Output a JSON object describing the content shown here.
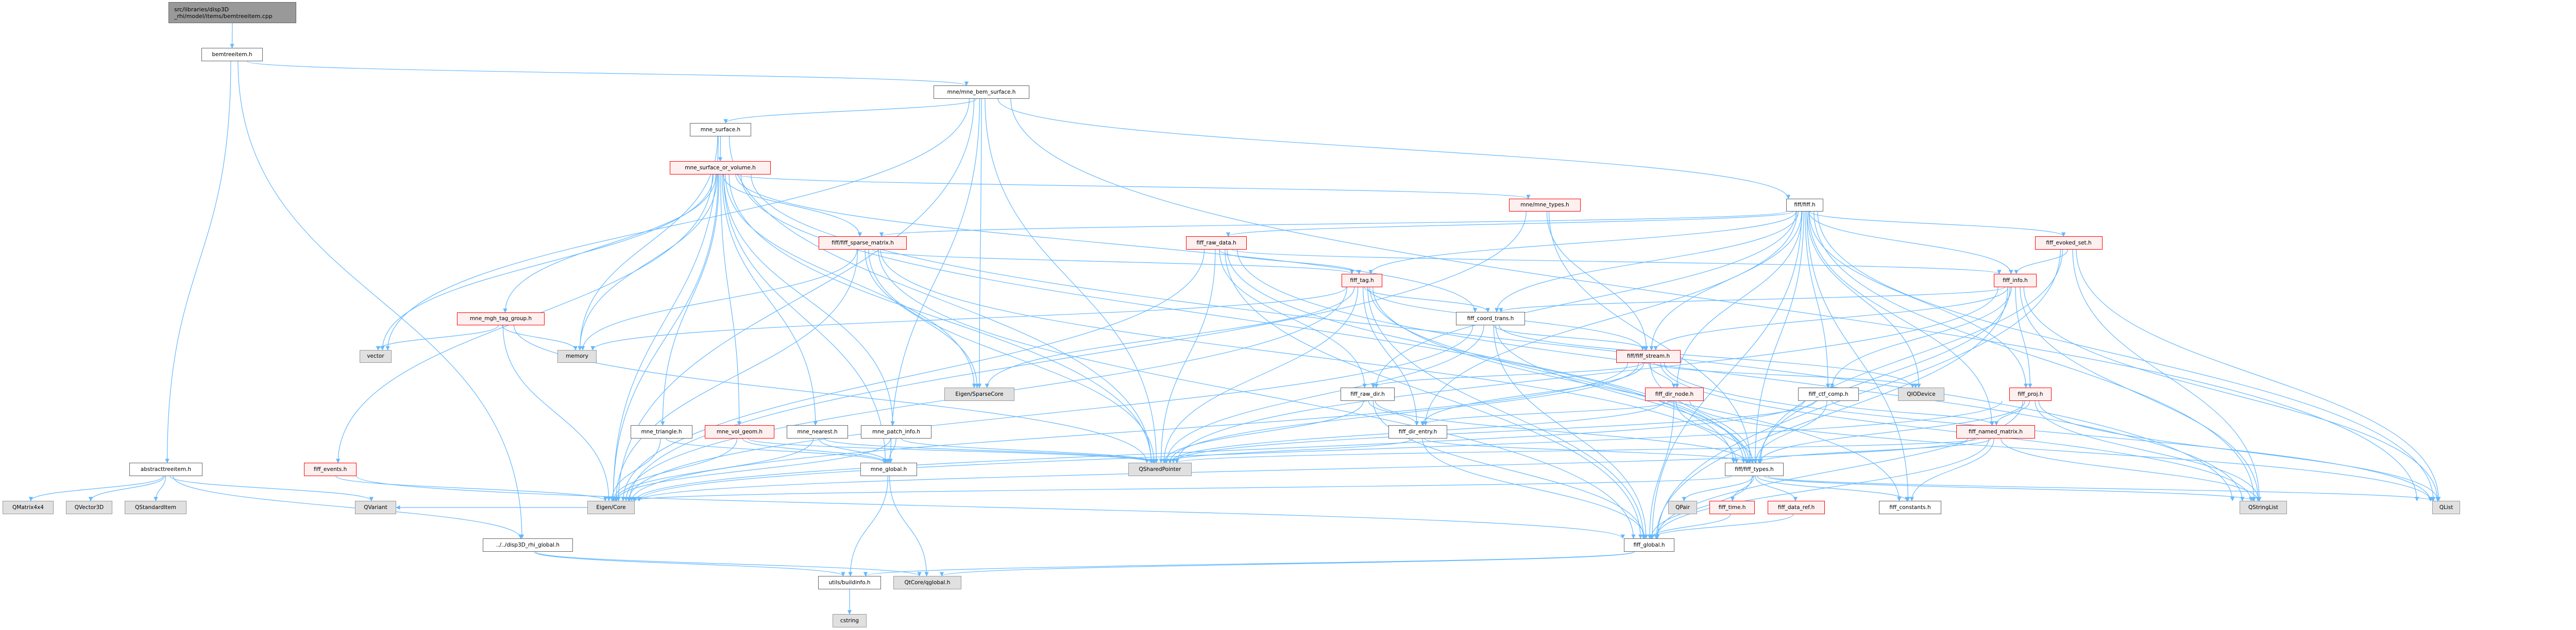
{
  "graph": {
    "title": "src/libraries/disp3D_rhi/model/items/bemtreeitem.cpp",
    "edge_color": "#63b8ff",
    "nodes": [
      {
        "id": "root",
        "label": "src/libraries/disp3D\n_rhi/model/items/bemtreeitem.cpp",
        "kind": "root"
      },
      {
        "id": "bemtreeitem",
        "label": "bemtreeitem.h",
        "kind": "normal"
      },
      {
        "id": "bem_surface",
        "label": "mne/mne_bem_surface.h",
        "kind": "normal"
      },
      {
        "id": "mne_surface",
        "label": "mne_surface.h",
        "kind": "normal"
      },
      {
        "id": "msov",
        "label": "mne_surface_or_volume.h",
        "kind": "red"
      },
      {
        "id": "mne_types",
        "label": "mne/mne_types.h",
        "kind": "red"
      },
      {
        "id": "fiff",
        "label": "fiff/fiff.h",
        "kind": "normal"
      },
      {
        "id": "sparse",
        "label": "fiff/fiff_sparse_matrix.h",
        "kind": "red"
      },
      {
        "id": "raw_data",
        "label": "fiff_raw_data.h",
        "kind": "red"
      },
      {
        "id": "evoked_set",
        "label": "fiff_evoked_set.h",
        "kind": "red"
      },
      {
        "id": "fiff_tag",
        "label": "fiff_tag.h",
        "kind": "red"
      },
      {
        "id": "fiff_info",
        "label": "fiff_info.h",
        "kind": "red"
      },
      {
        "id": "mgh_tag",
        "label": "mne_mgh_tag_group.h",
        "kind": "red"
      },
      {
        "id": "coord_trans",
        "label": "fiff_coord_trans.h",
        "kind": "normal"
      },
      {
        "id": "vector",
        "label": "vector",
        "kind": "gray"
      },
      {
        "id": "memory",
        "label": "memory",
        "kind": "gray"
      },
      {
        "id": "stream",
        "label": "fiff/fiff_stream.h",
        "kind": "red"
      },
      {
        "id": "sparsecore",
        "label": "Eigen/SparseCore",
        "kind": "gray"
      },
      {
        "id": "raw_dir",
        "label": "fiff_raw_dir.h",
        "kind": "normal"
      },
      {
        "id": "dir_node",
        "label": "fiff_dir_node.h",
        "kind": "red"
      },
      {
        "id": "ctf_comp",
        "label": "fiff_ctf_comp.h",
        "kind": "normal"
      },
      {
        "id": "qiodevice",
        "label": "QIODevice",
        "kind": "gray"
      },
      {
        "id": "proj",
        "label": "fiff_proj.h",
        "kind": "red"
      },
      {
        "id": "triangle",
        "label": "mne_triangle.h",
        "kind": "normal"
      },
      {
        "id": "vol_geom",
        "label": "mne_vol_geom.h",
        "kind": "red"
      },
      {
        "id": "nearest",
        "label": "mne_nearest.h",
        "kind": "normal"
      },
      {
        "id": "patch_info",
        "label": "mne_patch_info.h",
        "kind": "normal"
      },
      {
        "id": "dir_entry",
        "label": "fiff_dir_entry.h",
        "kind": "normal"
      },
      {
        "id": "named_matrix",
        "label": "fiff_named_matrix.h",
        "kind": "red"
      },
      {
        "id": "abstracttreeitem",
        "label": "abstracttreeitem.h",
        "kind": "normal"
      },
      {
        "id": "fiff_events",
        "label": "fiff_events.h",
        "kind": "red"
      },
      {
        "id": "mne_global",
        "label": "mne_global.h",
        "kind": "normal"
      },
      {
        "id": "qsharedpointer",
        "label": "QSharedPointer",
        "kind": "gray"
      },
      {
        "id": "fiff_types",
        "label": "fiff/fiff_types.h",
        "kind": "normal"
      },
      {
        "id": "qmatrix",
        "label": "QMatrix4x4",
        "kind": "gray"
      },
      {
        "id": "qvector3d",
        "label": "QVector3D",
        "kind": "gray"
      },
      {
        "id": "qstandarditem",
        "label": "QStandardItem",
        "kind": "gray"
      },
      {
        "id": "qvariant",
        "label": "QVariant",
        "kind": "gray"
      },
      {
        "id": "eigencore",
        "label": "Eigen/Core",
        "kind": "gray"
      },
      {
        "id": "qpair",
        "label": "QPair",
        "kind": "gray"
      },
      {
        "id": "fiff_time",
        "label": "fiff_time.h",
        "kind": "red"
      },
      {
        "id": "data_ref",
        "label": "fiff_data_ref.h",
        "kind": "red"
      },
      {
        "id": "constants",
        "label": "fiff_constants.h",
        "kind": "normal"
      },
      {
        "id": "qstringlist",
        "label": "QStringList",
        "kind": "gray"
      },
      {
        "id": "qlist",
        "label": "QList",
        "kind": "gray"
      },
      {
        "id": "disp3d_global",
        "label": "../../disp3D_rhi_global.h",
        "kind": "normal"
      },
      {
        "id": "fiff_global",
        "label": "fiff_global.h",
        "kind": "normal"
      },
      {
        "id": "buildinfo",
        "label": "utils/buildinfo.h",
        "kind": "normal"
      },
      {
        "id": "qglobal",
        "label": "QtCore/qglobal.h",
        "kind": "gray"
      },
      {
        "id": "cstring",
        "label": "cstring",
        "kind": "gray"
      }
    ],
    "edges": [
      [
        "root",
        "bemtreeitem"
      ],
      [
        "bemtreeitem",
        "abstracttreeitem"
      ],
      [
        "bemtreeitem",
        "disp3d_global"
      ],
      [
        "bemtreeitem",
        "bem_surface"
      ],
      [
        "abstracttreeitem",
        "qmatrix"
      ],
      [
        "abstracttreeitem",
        "qvector3d"
      ],
      [
        "abstracttreeitem",
        "qstandarditem"
      ],
      [
        "abstracttreeitem",
        "qvariant"
      ],
      [
        "abstracttreeitem",
        "disp3d_global"
      ],
      [
        "disp3d_global",
        "buildinfo"
      ],
      [
        "disp3d_global",
        "qglobal"
      ],
      [
        "bem_surface",
        "mne_surface"
      ],
      [
        "bem_surface",
        "fiff"
      ],
      [
        "bem_surface",
        "sparsecore"
      ],
      [
        "bem_surface",
        "mne_global"
      ],
      [
        "bem_surface",
        "eigencore"
      ],
      [
        "bem_surface",
        "qlist"
      ],
      [
        "bem_surface",
        "vector"
      ],
      [
        "bem_surface",
        "qsharedpointer"
      ],
      [
        "mne_surface",
        "msov"
      ],
      [
        "mne_surface",
        "eigencore"
      ],
      [
        "mne_surface",
        "memory"
      ],
      [
        "mne_surface",
        "qsharedpointer"
      ],
      [
        "msov",
        "sparse"
      ],
      [
        "msov",
        "mne_types"
      ],
      [
        "msov",
        "coord_trans"
      ],
      [
        "msov",
        "mgh_tag"
      ],
      [
        "msov",
        "triangle"
      ],
      [
        "msov",
        "vol_geom"
      ],
      [
        "msov",
        "nearest"
      ],
      [
        "msov",
        "patch_info"
      ],
      [
        "msov",
        "mne_global"
      ],
      [
        "msov",
        "eigencore"
      ],
      [
        "msov",
        "sparsecore"
      ],
      [
        "msov",
        "qsharedpointer"
      ],
      [
        "msov",
        "vector"
      ],
      [
        "msov",
        "memory"
      ],
      [
        "msov",
        "fiff_events"
      ],
      [
        "msov",
        "qstringlist"
      ],
      [
        "msov",
        "fiff_types"
      ],
      [
        "mgh_tag",
        "vector"
      ],
      [
        "mgh_tag",
        "memory"
      ],
      [
        "mgh_tag",
        "qsharedpointer"
      ],
      [
        "mgh_tag",
        "eigencore"
      ],
      [
        "fiff_events",
        "eigencore"
      ],
      [
        "fiff_events",
        "fiff_global"
      ],
      [
        "fiff",
        "raw_data"
      ],
      [
        "fiff",
        "evoked_set"
      ],
      [
        "fiff",
        "fiff_info"
      ],
      [
        "fiff",
        "fiff_tag"
      ],
      [
        "fiff",
        "coord_trans"
      ],
      [
        "fiff",
        "stream"
      ],
      [
        "fiff",
        "dir_node"
      ],
      [
        "fiff",
        "ctf_comp"
      ],
      [
        "fiff",
        "proj"
      ],
      [
        "fiff",
        "fiff_types"
      ],
      [
        "fiff",
        "fiff_global"
      ],
      [
        "fiff",
        "constants"
      ],
      [
        "fiff",
        "qiodevice"
      ],
      [
        "fiff",
        "qstringlist"
      ],
      [
        "fiff",
        "qlist"
      ],
      [
        "fiff",
        "sparse"
      ],
      [
        "fiff",
        "raw_dir"
      ],
      [
        "fiff",
        "dir_entry"
      ],
      [
        "fiff",
        "named_matrix"
      ],
      [
        "mne_types",
        "fiff_types"
      ],
      [
        "mne_types",
        "stream"
      ],
      [
        "mne_types",
        "eigencore"
      ],
      [
        "raw_data",
        "fiff_info"
      ],
      [
        "raw_data",
        "raw_dir"
      ],
      [
        "raw_data",
        "fiff_tag"
      ],
      [
        "raw_data",
        "fiff_types"
      ],
      [
        "raw_data",
        "eigencore"
      ],
      [
        "raw_data",
        "qsharedpointer"
      ],
      [
        "raw_data",
        "qstringlist"
      ],
      [
        "raw_data",
        "fiff_global"
      ],
      [
        "sparse",
        "fiff_tag"
      ],
      [
        "sparse",
        "fiff_types"
      ],
      [
        "sparse",
        "sparsecore"
      ],
      [
        "sparse",
        "eigencore"
      ],
      [
        "sparse",
        "qsharedpointer"
      ],
      [
        "sparse",
        "memory"
      ],
      [
        "sparse",
        "fiff_global"
      ],
      [
        "fiff_tag",
        "coord_trans"
      ],
      [
        "fiff_tag",
        "stream"
      ],
      [
        "fiff_tag",
        "dir_entry"
      ],
      [
        "fiff_tag",
        "fiff_types"
      ],
      [
        "fiff_tag",
        "constants"
      ],
      [
        "fiff_tag",
        "eigencore"
      ],
      [
        "fiff_tag",
        "sparsecore"
      ],
      [
        "fiff_tag",
        "qsharedpointer"
      ],
      [
        "fiff_tag",
        "memory"
      ],
      [
        "fiff_tag",
        "fiff_global"
      ],
      [
        "coord_trans",
        "stream"
      ],
      [
        "coord_trans",
        "fiff_types"
      ],
      [
        "coord_trans",
        "fiff_global"
      ],
      [
        "coord_trans",
        "eigencore"
      ],
      [
        "coord_trans",
        "qsharedpointer"
      ],
      [
        "coord_trans",
        "qiodevice"
      ],
      [
        "stream",
        "dir_node"
      ],
      [
        "stream",
        "dir_entry"
      ],
      [
        "stream",
        "fiff_types"
      ],
      [
        "stream",
        "raw_dir"
      ],
      [
        "stream",
        "qiodevice"
      ],
      [
        "stream",
        "qstringlist"
      ],
      [
        "stream",
        "qlist"
      ],
      [
        "stream",
        "qsharedpointer"
      ],
      [
        "stream",
        "eigencore"
      ],
      [
        "dir_node",
        "dir_entry"
      ],
      [
        "dir_node",
        "fiff_types"
      ],
      [
        "dir_node",
        "fiff_global"
      ],
      [
        "dir_node",
        "qlist"
      ],
      [
        "dir_node",
        "qsharedpointer"
      ],
      [
        "ctf_comp",
        "named_matrix"
      ],
      [
        "ctf_comp",
        "fiff_types"
      ],
      [
        "ctf_comp",
        "qsharedpointer"
      ],
      [
        "ctf_comp",
        "eigencore"
      ],
      [
        "named_matrix",
        "fiff_types"
      ],
      [
        "named_matrix",
        "constants"
      ],
      [
        "named_matrix",
        "fiff_global"
      ],
      [
        "named_matrix",
        "qstringlist"
      ],
      [
        "named_matrix",
        "eigencore"
      ],
      [
        "named_matrix",
        "qsharedpointer"
      ],
      [
        "proj",
        "named_matrix"
      ],
      [
        "proj",
        "fiff_types"
      ],
      [
        "proj",
        "fiff_global"
      ],
      [
        "proj",
        "qstringlist"
      ],
      [
        "proj",
        "qlist"
      ],
      [
        "proj",
        "eigencore"
      ],
      [
        "fiff_info",
        "coord_trans"
      ],
      [
        "fiff_info",
        "ctf_comp"
      ],
      [
        "fiff_info",
        "proj"
      ],
      [
        "fiff_info",
        "fiff_types"
      ],
      [
        "fiff_info",
        "fiff_global"
      ],
      [
        "fiff_info",
        "qstringlist"
      ],
      [
        "fiff_info",
        "qlist"
      ],
      [
        "fiff_info",
        "qsharedpointer"
      ],
      [
        "fiff_info",
        "stream"
      ],
      [
        "evoked_set",
        "fiff_info"
      ],
      [
        "evoked_set",
        "fiff_types"
      ],
      [
        "evoked_set",
        "qstringlist"
      ],
      [
        "evoked_set",
        "qlist"
      ],
      [
        "evoked_set",
        "fiff_global"
      ],
      [
        "raw_dir",
        "dir_entry"
      ],
      [
        "raw_dir",
        "fiff_types"
      ],
      [
        "raw_dir",
        "fiff_global"
      ],
      [
        "raw_dir",
        "qsharedpointer"
      ],
      [
        "dir_entry",
        "fiff_types"
      ],
      [
        "dir_entry",
        "fiff_global"
      ],
      [
        "dir_entry",
        "qsharedpointer"
      ],
      [
        "fiff_types",
        "qpair"
      ],
      [
        "fiff_types",
        "fiff_time"
      ],
      [
        "fiff_types",
        "data_ref"
      ],
      [
        "fiff_types",
        "constants"
      ],
      [
        "fiff_types",
        "fiff_global"
      ],
      [
        "fiff_types",
        "qlist"
      ],
      [
        "fiff_types",
        "qstringlist"
      ],
      [
        "fiff_types",
        "eigencore"
      ],
      [
        "fiff_time",
        "fiff_global"
      ],
      [
        "data_ref",
        "fiff_global"
      ],
      [
        "fiff_global",
        "buildinfo"
      ],
      [
        "fiff_global",
        "qglobal"
      ],
      [
        "mne_global",
        "buildinfo"
      ],
      [
        "mne_global",
        "qglobal"
      ],
      [
        "buildinfo",
        "cstring"
      ],
      [
        "triangle",
        "eigencore"
      ],
      [
        "triangle",
        "mne_global"
      ],
      [
        "vol_geom",
        "eigencore"
      ],
      [
        "vol_geom",
        "mne_global"
      ],
      [
        "vol_geom",
        "qsharedpointer"
      ],
      [
        "nearest",
        "mne_global"
      ],
      [
        "nearest",
        "qsharedpointer"
      ],
      [
        "nearest",
        "eigencore"
      ],
      [
        "patch_info",
        "mne_global"
      ],
      [
        "patch_info",
        "qsharedpointer"
      ],
      [
        "patch_info",
        "eigencore"
      ],
      [
        "eigencore",
        "qvariant"
      ]
    ]
  }
}
